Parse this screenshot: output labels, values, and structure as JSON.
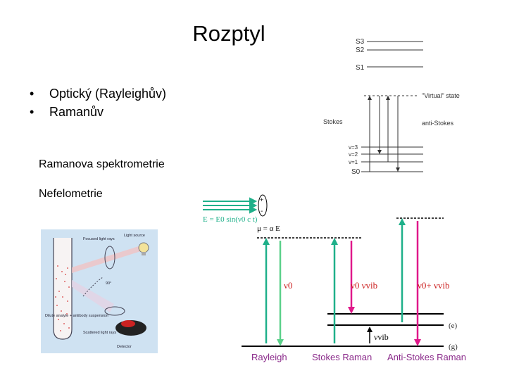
{
  "slide": {
    "title": "Rozptyl",
    "bullets": [
      {
        "marker": "•",
        "text": "Optický (Rayleighův)"
      },
      {
        "marker": "•",
        "text": "Ramanův"
      }
    ],
    "labels": {
      "raman_spectrometry": "Ramanova spektrometrie",
      "nephelometry": "Nefelometrie"
    }
  },
  "nephelometer_figure": {
    "background": "#cfe2f2",
    "labels": {
      "focused_light": "Focused light rays",
      "light_source": "Light source",
      "angle": "90°",
      "cuvette": "Dilute analyte + antibody suspension",
      "scattered": "Scattered light rays",
      "detector": "Detector"
    }
  },
  "energy_levels_top": {
    "singlets": [
      "S3",
      "S2",
      "S1"
    ],
    "virtual_state": "\"Virtual\" state",
    "stokes": "Stokes",
    "anti_stokes": "anti-Stokes",
    "vibrational": [
      "v=3",
      "v=2",
      "v=1",
      "S0"
    ]
  },
  "raman_diagram": {
    "colors": {
      "green": "#1fb08a",
      "magenta": "#e0188a",
      "lightgreen": "#5bd08a",
      "red": "#cc2222"
    },
    "field_eq": "E = E0 sin(ν0 c t)",
    "dipole_eq": "μ = α E",
    "plus": "+",
    "minus": "-",
    "nu0": "ν0",
    "nu0_minus_vib": "ν0  νvib",
    "nu0_plus_vib": "ν0+ νvib",
    "nu_vib": "νvib",
    "level_e": "(e)",
    "level_g": "(g)",
    "captions": [
      "Rayleigh",
      "Stokes Raman",
      "Anti-Stokes Raman"
    ]
  }
}
